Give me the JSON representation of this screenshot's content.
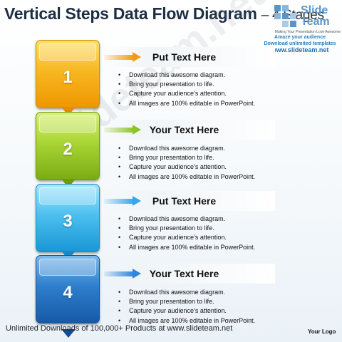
{
  "title": {
    "main": "Vertical Steps Data Flow Diagram",
    "suffix": "– 4 Stages"
  },
  "logo": {
    "word1": "Slide",
    "word2": "Team",
    "tagline": "Making Your Presentation Look Awesome",
    "promo_line1": "Amaze your audience",
    "promo_line2": "Download unlimited templates",
    "promo_url": "www.slideteam.net"
  },
  "watermark": "slideteam.net",
  "steps": [
    {
      "number": "1",
      "heading": "Put Text Here",
      "color": "#f8b722",
      "bullets": [
        "Download this awesome diagram.",
        "Bring your presentation to life.",
        "Capture your audience’s attention.",
        "All images are 100% editable in PowerPoint."
      ]
    },
    {
      "number": "2",
      "heading": "Your Text Here",
      "color": "#a9d535",
      "bullets": [
        "Download this awesome diagram.",
        "Bring your presentation to life.",
        "Capture your audience’s attention.",
        "All images are 100% editable in PowerPoint."
      ]
    },
    {
      "number": "3",
      "heading": "Put Text Here",
      "color": "#4cc0ef",
      "bullets": [
        "Download this awesome diagram.",
        "Bring your presentation to life.",
        "Capture your audience’s attention.",
        "All images are 100% editable in PowerPoint."
      ]
    },
    {
      "number": "4",
      "heading": "Your Text Here",
      "color": "#2e7fcd",
      "bullets": [
        "Download this awesome diagram.",
        "Bring your presentation to life.",
        "Capture your audience’s attention.",
        "All images are 100% editable in PowerPoint."
      ]
    }
  ],
  "footer": {
    "text": "Unlimited Downloads of 100,000+ Products at www.slideteam.net",
    "logo_placeholder": "Your Logo"
  }
}
